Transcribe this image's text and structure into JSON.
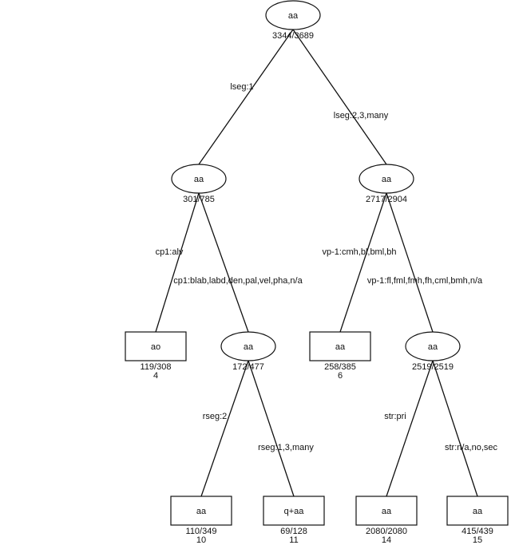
{
  "nodes": [
    {
      "id": "n0",
      "shape": "ellipse",
      "label": "aa",
      "counts": "3344/3689",
      "leaf_id": ""
    },
    {
      "id": "n1",
      "shape": "ellipse",
      "label": "aa",
      "counts": "301/785",
      "leaf_id": ""
    },
    {
      "id": "n2",
      "shape": "ellipse",
      "label": "aa",
      "counts": "2717/2904",
      "leaf_id": ""
    },
    {
      "id": "n4",
      "shape": "box",
      "label": "ao",
      "counts": "119/308",
      "leaf_id": "4"
    },
    {
      "id": "n5",
      "shape": "ellipse",
      "label": "aa",
      "counts": "172/477",
      "leaf_id": ""
    },
    {
      "id": "n6",
      "shape": "box",
      "label": "aa",
      "counts": "258/385",
      "leaf_id": "6"
    },
    {
      "id": "n7",
      "shape": "ellipse",
      "label": "aa",
      "counts": "2519/2519",
      "leaf_id": ""
    },
    {
      "id": "n10",
      "shape": "box",
      "label": "aa",
      "counts": "110/349",
      "leaf_id": "10"
    },
    {
      "id": "n11",
      "shape": "box",
      "label": "q+aa",
      "counts": "69/128",
      "leaf_id": "11"
    },
    {
      "id": "n14",
      "shape": "box",
      "label": "aa",
      "counts": "2080/2080",
      "leaf_id": "14"
    },
    {
      "id": "n15",
      "shape": "box",
      "label": "aa",
      "counts": "415/439",
      "leaf_id": "15"
    }
  ],
  "edges": [
    {
      "from": "n0",
      "to": "n1",
      "label": "lseg:1"
    },
    {
      "from": "n0",
      "to": "n2",
      "label": "lseg:2,3,many"
    },
    {
      "from": "n1",
      "to": "n4",
      "label": "cp1:alv"
    },
    {
      "from": "n1",
      "to": "n5",
      "label": "cp1:blab,labd,den,pal,vel,pha,n/a"
    },
    {
      "from": "n2",
      "to": "n6",
      "label": "vp-1:cmh,bl,bml,bh"
    },
    {
      "from": "n2",
      "to": "n7",
      "label": "vp-1:fl,fml,fmh,fh,cml,bmh,n/a"
    },
    {
      "from": "n5",
      "to": "n10",
      "label": "rseg:2"
    },
    {
      "from": "n5",
      "to": "n11",
      "label": "rseg:1,3,many"
    },
    {
      "from": "n7",
      "to": "n14",
      "label": "str:pri"
    },
    {
      "from": "n7",
      "to": "n15",
      "label": "str:n/a,no,sec"
    }
  ]
}
